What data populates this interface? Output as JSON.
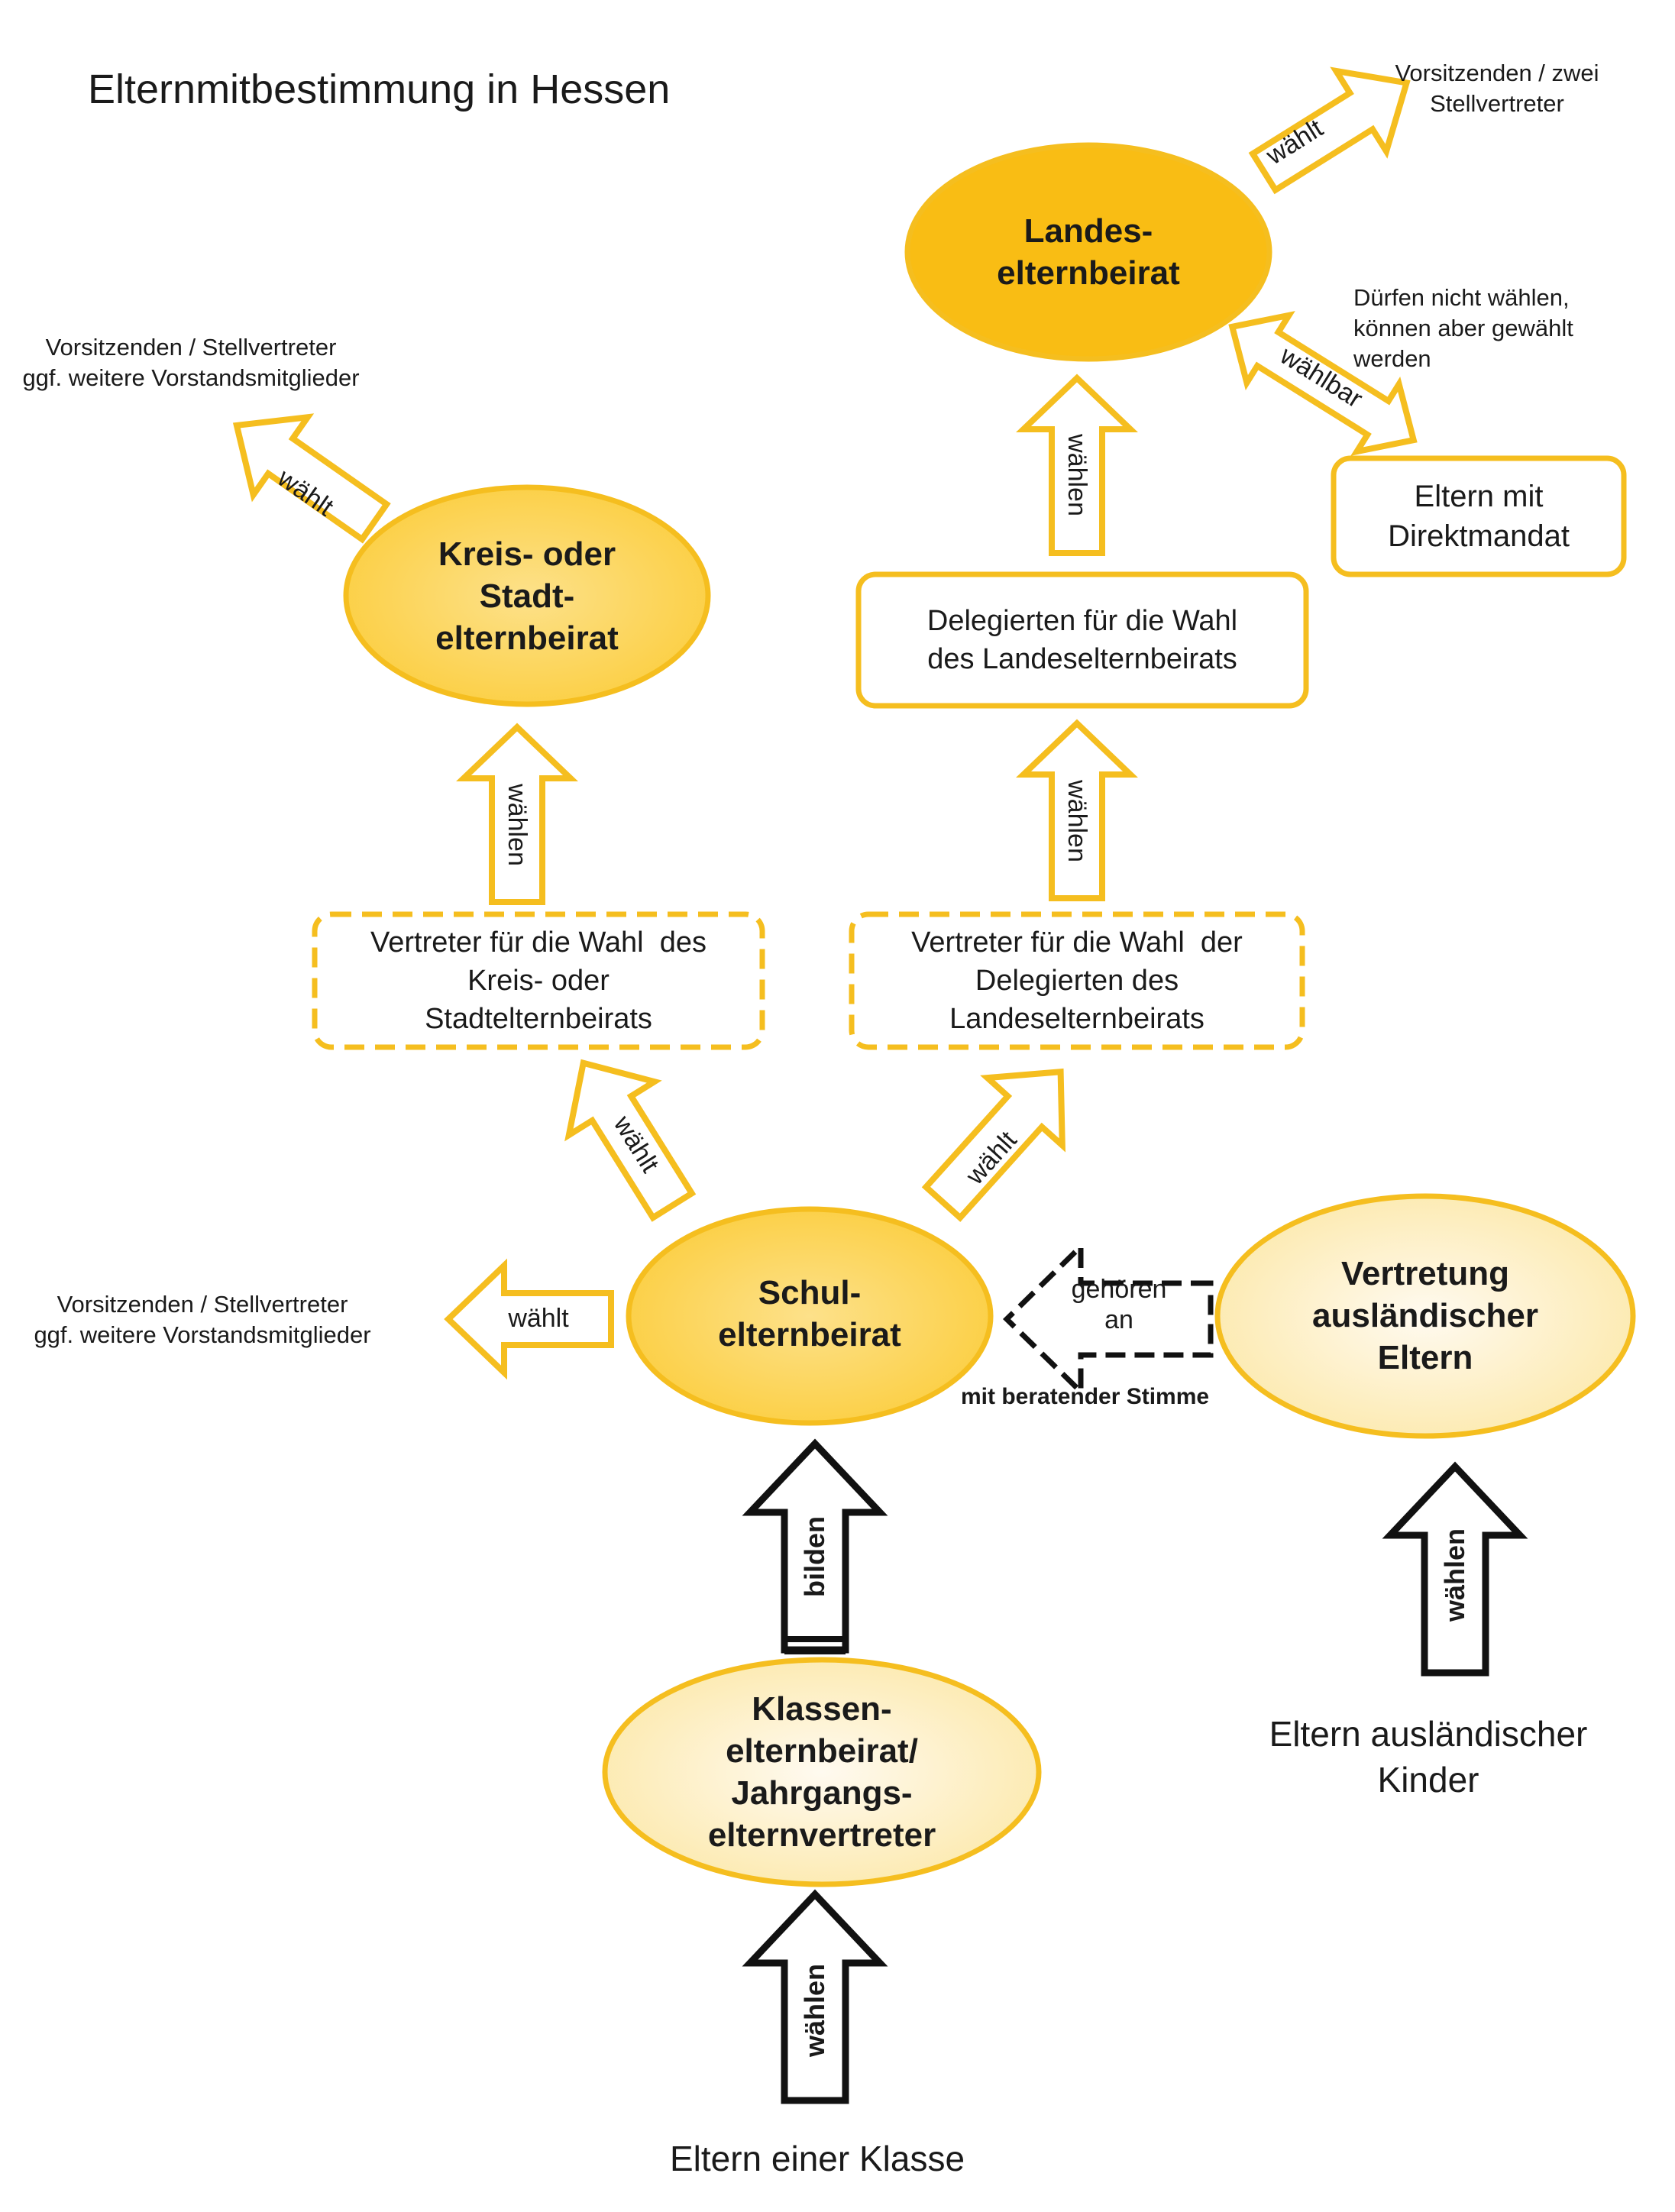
{
  "title": "Elternmitbestimmung in Hessen",
  "colors": {
    "yellow_dark": "#f9bd14",
    "yellow_mid": "#fcd24a",
    "yellow_light": "#fdf0c8",
    "outline": "#f5be1f",
    "black": "#111111"
  },
  "nodes": {
    "landeselternbeirat": [
      "Landes-",
      "elternbeirat"
    ],
    "kreis_stadtelternbeirat": [
      "Kreis- oder",
      "Stadt-",
      "elternbeirat"
    ],
    "schulelternbeirat": [
      "Schul-",
      "elternbeirat"
    ],
    "vertretung_auslaendischer_eltern": [
      "Vertretung",
      "ausländischer",
      "Eltern"
    ],
    "klassenelternbeirat": [
      "Klassen-",
      "elternbeirat/",
      "Jahrgangs-",
      "elternvertreter"
    ]
  },
  "boxes": {
    "delegierte_landeselternbeirat": [
      "Delegierten für die Wahl",
      "des Landeselternbeirats"
    ],
    "eltern_direktmandat": [
      "Eltern mit",
      "Direktmandat"
    ],
    "vertreter_kreis": [
      "Vertreter für die Wahl  des",
      "Kreis- oder",
      "Stadtelternbeirats"
    ],
    "vertreter_delegierte": [
      "Vertreter für die Wahl  der",
      "Delegierten des",
      "Landeselternbeirats"
    ]
  },
  "notes": {
    "landes_vorstand": [
      "Vorsitzenden / zwei",
      "Stellvertreter"
    ],
    "direktmandat_hinweis": [
      "Dürfen nicht wählen,",
      "können aber gewählt",
      "werden"
    ],
    "kreis_vorstand": [
      "Vorsitzenden / Stellvertreter",
      "ggf. weitere Vorstandsmitglieder"
    ],
    "schul_vorstand": [
      "Vorsitzenden / Stellvertreter",
      "ggf. weitere Vorstandsmitglieder"
    ],
    "eltern_auslaendischer_kinder": [
      "Eltern ausländischer",
      "Kinder"
    ],
    "eltern_einer_klasse": "Eltern einer Klasse",
    "mit_beratender_stimme": "mit beratender Stimme"
  },
  "arrows": {
    "landes_waehlt": "wählt",
    "direkt_waehlbar": "wählbar",
    "delegierte_waehlen": "wählen",
    "kreis_waehlt": "wählt",
    "vertreter_kreis_waehlen": "wählen",
    "vertreter_del_waehlen": "wählen",
    "schul_waehlt_kreis": "wählt",
    "schul_waehlt_del": "wählt",
    "schul_waehlt_vorstand": "wählt",
    "gehoeren_an": [
      "gehören",
      "an"
    ],
    "bilden": "bilden",
    "vertretung_waehlen": "wählen",
    "klasse_waehlen": "wählen"
  }
}
